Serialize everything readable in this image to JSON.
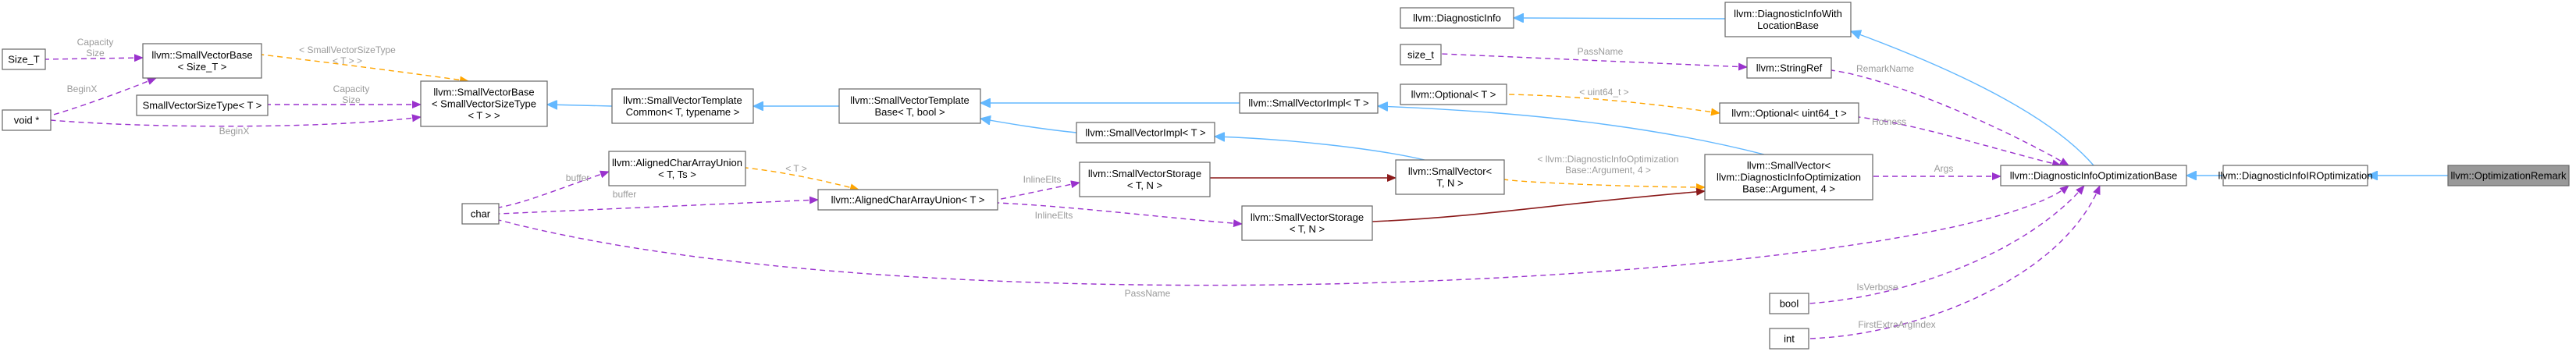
{
  "nodes": {
    "optimization_remark": {
      "lines": [
        "llvm::OptimizationRemark"
      ]
    },
    "diag_info_ir_opt": {
      "lines": [
        "llvm::DiagnosticInfoIROptimization"
      ]
    },
    "diag_info_opt_base": {
      "lines": [
        "llvm::DiagnosticInfoOptimizationBase"
      ]
    },
    "diag_info_with_location": {
      "lines": [
        "llvm::DiagnosticInfoWith",
        "LocationBase"
      ]
    },
    "diag_info": {
      "lines": [
        "llvm::DiagnosticInfo"
      ]
    },
    "size_t": {
      "lines": [
        "size_t"
      ]
    },
    "string_ref": {
      "lines": [
        "llvm::StringRef"
      ]
    },
    "optional_t": {
      "lines": [
        "llvm::Optional< T >"
      ]
    },
    "optional_uint64": {
      "lines": [
        "llvm::Optional< uint64_t >"
      ]
    },
    "smallvector_arg": {
      "lines": [
        "llvm::SmallVector<",
        "llvm::DiagnosticInfoOptimization",
        "Base::Argument, 4 >"
      ]
    },
    "bool": {
      "lines": [
        "bool"
      ]
    },
    "int": {
      "lines": [
        "int"
      ]
    },
    "smallvectorimpl_t_top": {
      "lines": [
        "llvm::SmallVectorImpl< T >"
      ]
    },
    "smallvectorimpl_t_mid": {
      "lines": [
        "llvm::SmallVectorImpl< T >"
      ]
    },
    "smallvector_tn": {
      "lines": [
        "llvm::SmallVector<",
        "T, N >"
      ]
    },
    "smallvectorstorage_tn_top": {
      "lines": [
        "llvm::SmallVectorStorage",
        "< T, N >"
      ]
    },
    "smallvectorstorage_tn_bot": {
      "lines": [
        "llvm::SmallVectorStorage",
        "< T, N >"
      ]
    },
    "smallvector_template_base": {
      "lines": [
        "llvm::SmallVectorTemplate",
        "Base< T, bool >"
      ]
    },
    "aligned_char_array_union_t": {
      "lines": [
        "llvm::AlignedCharArrayUnion< T >"
      ]
    },
    "aligned_char_array_union_t_ts": {
      "lines": [
        "llvm::AlignedCharArrayUnion",
        "< T, Ts >"
      ]
    },
    "smallvector_template_common": {
      "lines": [
        "llvm::SmallVectorTemplate",
        "Common< T, typename >"
      ]
    },
    "smallvector_base_sizetype": {
      "lines": [
        "llvm::SmallVectorBase",
        "< SmallVectorSizeType",
        "< T > >"
      ]
    },
    "smallvector_base_size_t": {
      "lines": [
        "llvm::SmallVectorBase",
        "< Size_T >"
      ]
    },
    "smallvector_size_type": {
      "lines": [
        "SmallVectorSizeType< T >"
      ]
    },
    "size_T": {
      "lines": [
        "Size_T"
      ]
    },
    "void_ptr": {
      "lines": [
        "void *"
      ]
    },
    "char": {
      "lines": [
        "char"
      ]
    }
  },
  "edge_labels": {
    "remark_name": [
      "RemarkName"
    ],
    "hotness": [
      "Hotness"
    ],
    "args": [
      "Args"
    ],
    "pass_name": [
      "PassName"
    ],
    "is_verbose": [
      "IsVerbose"
    ],
    "first_extra_arg": [
      "FirstExtraArgIndex"
    ],
    "pass_name_sr": [
      "PassName"
    ],
    "uint64": [
      "< uint64_t >"
    ],
    "smallvector_arg_tmpl": [
      "< llvm::DiagnosticInfoOptimization",
      "Base::Argument, 4 >"
    ],
    "inline_elts_1": [
      "InlineElts"
    ],
    "inline_elts_2": [
      "InlineElts"
    ],
    "buffer_1": [
      "buffer"
    ],
    "buffer_2": [
      "buffer"
    ],
    "t_tmpl": [
      "< T >"
    ],
    "capacity_size_1": [
      "Capacity",
      "Size"
    ],
    "capacity_size_2": [
      "Capacity",
      "Size"
    ],
    "begin_x_1": [
      "BeginX"
    ],
    "begin_x_2": [
      "BeginX"
    ],
    "sizevector_tmpl": [
      "< SmallVectorSizeType",
      "< T > >"
    ]
  },
  "colors": {
    "inheritance": "#63b8ff",
    "usage": "#9a32cd",
    "template": "#ffa500",
    "composition": "#8b1a1a",
    "current_node_fill": "#999999"
  }
}
